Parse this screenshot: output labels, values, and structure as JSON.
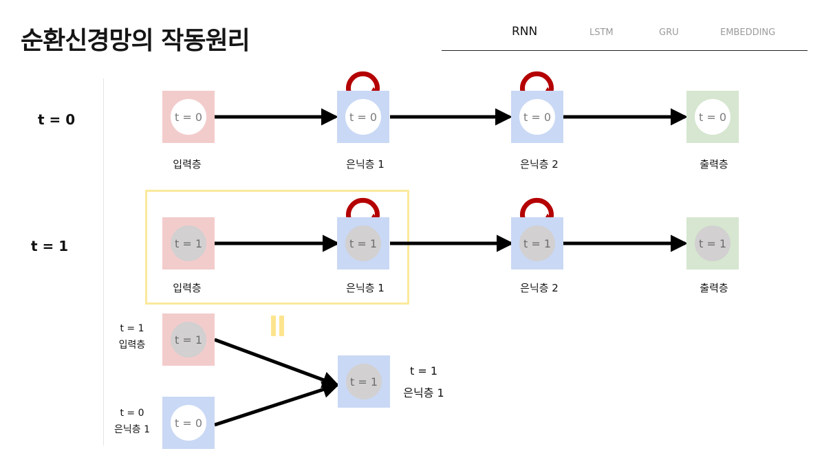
{
  "title": "순환신경망의 작동원리",
  "nav": {
    "items": [
      "RNN",
      "LSTM",
      "GRU",
      "EMBEDDING"
    ],
    "active": "RNN"
  },
  "rows": [
    {
      "time_label": "t = 0",
      "node_text": "t = 0",
      "captions": [
        "입력층",
        "은닉층 1",
        "은닉층 2",
        "출력층"
      ]
    },
    {
      "time_label": "t = 1",
      "node_text": "t = 1",
      "captions": [
        "입력층",
        "은닉층 1",
        "은닉층 2",
        "출력층"
      ]
    }
  ],
  "bottom": {
    "input": {
      "node_text": "t = 1",
      "time": "t = 1",
      "layer": "입력층"
    },
    "prev_hidden": {
      "node_text": "t = 0",
      "time": "t = 0",
      "layer": "은닉층 1"
    },
    "result": {
      "node_text": "t = 1",
      "time": "t = 1",
      "layer": "은닉층 1"
    }
  },
  "colors": {
    "input": "#f2cccb",
    "hidden": "#c9d8f4",
    "output": "#d6e6d0",
    "recurrent_loop": "#b40000",
    "highlight": "#fbe99c"
  },
  "icons": [
    "recurrent-loop-icon",
    "arrow-icon",
    "equal-sign-icon"
  ]
}
